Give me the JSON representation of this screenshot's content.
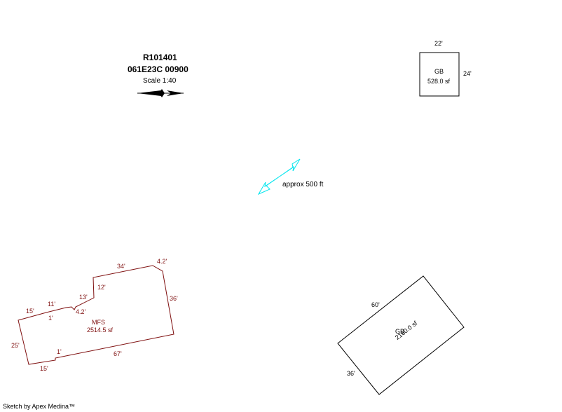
{
  "header": {
    "parcel_id": "R101401",
    "map_tax_lot": "061E23C 00900",
    "scale": "Scale 1:40"
  },
  "colors": {
    "outline": "#000000",
    "main_building": "#7f1010",
    "distance_arrow": "#00e5ee"
  },
  "garage_small": {
    "label": "GB",
    "area": "528.0 sf",
    "top_dim": "22'",
    "right_dim": "24'"
  },
  "distance": {
    "label": "approx 500 ft"
  },
  "main_building": {
    "label": "MFS",
    "area": "2514.5 sf",
    "dims": {
      "top": "34'",
      "corner": "4.2'",
      "right": "36'",
      "bottom": "67'",
      "bottom_step": "1'",
      "bottom_left": "15'",
      "left": "25'",
      "top_left": "15'",
      "notch_1": "1'",
      "notch_11": "11'",
      "notch_42": "4.2'",
      "notch_13": "13'",
      "notch_12": "12'"
    }
  },
  "garage_large": {
    "label": "GB",
    "area": "2160.0 sf",
    "top_dim": "60'",
    "left_dim": "36'"
  },
  "footer": {
    "credit": "Sketch by Apex Medina™"
  }
}
